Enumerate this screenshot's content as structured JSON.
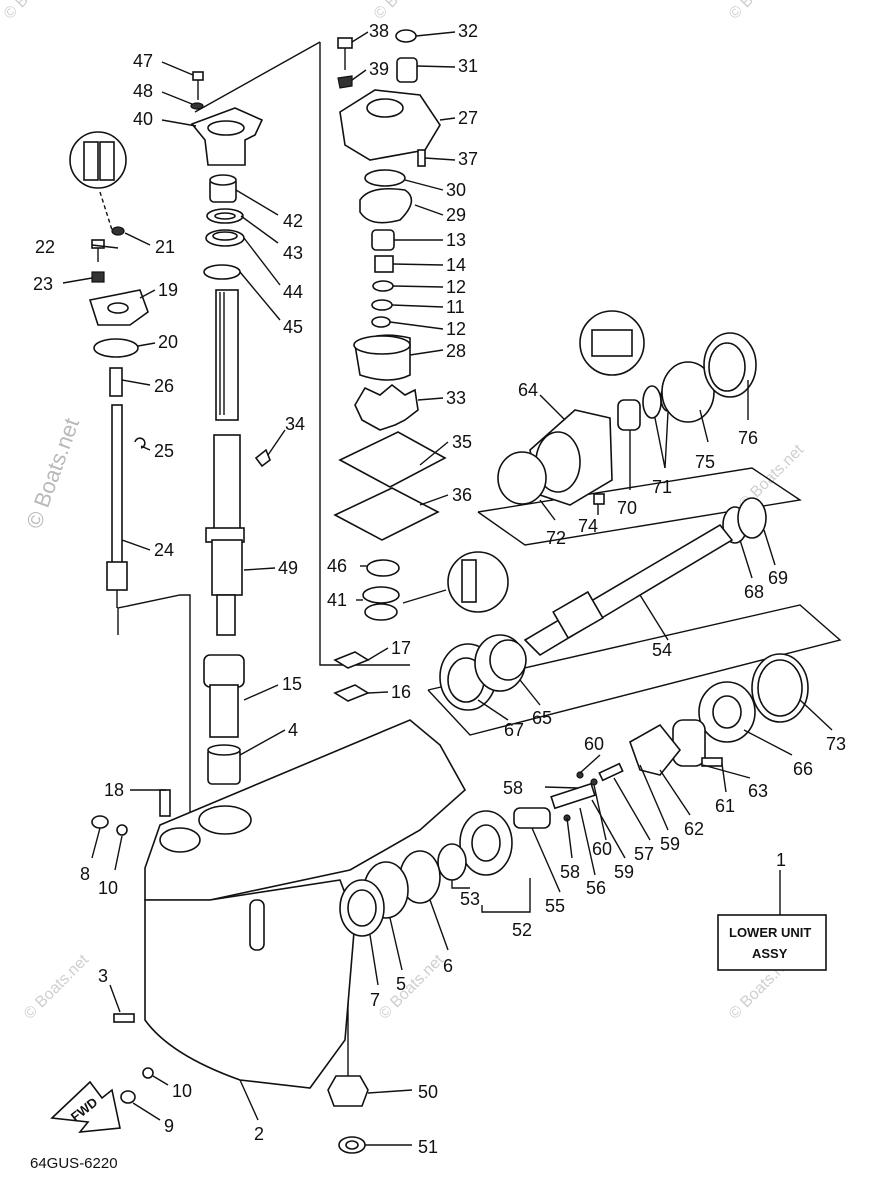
{
  "watermark": "© Boats.net",
  "diagram_code": "64GUS-6220",
  "assembly_box": {
    "line1": "LOWER UNIT",
    "line2": "ASSY"
  },
  "fwd_label": "FWD",
  "assembly_callout": "1",
  "callouts": [
    {
      "id": "c47",
      "text": "47"
    },
    {
      "id": "c48",
      "text": "48"
    },
    {
      "id": "c40",
      "text": "40"
    },
    {
      "id": "c42",
      "text": "42"
    },
    {
      "id": "c43",
      "text": "43"
    },
    {
      "id": "c44",
      "text": "44"
    },
    {
      "id": "c45",
      "text": "45"
    },
    {
      "id": "c22",
      "text": "22"
    },
    {
      "id": "c21",
      "text": "21"
    },
    {
      "id": "c23",
      "text": "23"
    },
    {
      "id": "c19",
      "text": "19"
    },
    {
      "id": "c20",
      "text": "20"
    },
    {
      "id": "c26",
      "text": "26"
    },
    {
      "id": "c25",
      "text": "25"
    },
    {
      "id": "c24",
      "text": "24"
    },
    {
      "id": "c34",
      "text": "34"
    },
    {
      "id": "c49",
      "text": "49"
    },
    {
      "id": "c38",
      "text": "38"
    },
    {
      "id": "c32",
      "text": "32"
    },
    {
      "id": "c39",
      "text": "39"
    },
    {
      "id": "c31",
      "text": "31"
    },
    {
      "id": "c27",
      "text": "27"
    },
    {
      "id": "c37",
      "text": "37"
    },
    {
      "id": "c30",
      "text": "30"
    },
    {
      "id": "c29",
      "text": "29"
    },
    {
      "id": "c13",
      "text": "13"
    },
    {
      "id": "c14",
      "text": "14"
    },
    {
      "id": "c12a",
      "text": "12"
    },
    {
      "id": "c11",
      "text": "11"
    },
    {
      "id": "c12b",
      "text": "12"
    },
    {
      "id": "c28",
      "text": "28"
    },
    {
      "id": "c33",
      "text": "33"
    },
    {
      "id": "c35",
      "text": "35"
    },
    {
      "id": "c36",
      "text": "36"
    },
    {
      "id": "c46",
      "text": "46"
    },
    {
      "id": "c41",
      "text": "41"
    },
    {
      "id": "c17",
      "text": "17"
    },
    {
      "id": "c16",
      "text": "16"
    },
    {
      "id": "c15",
      "text": "15"
    },
    {
      "id": "c4",
      "text": "4"
    },
    {
      "id": "c64",
      "text": "64"
    },
    {
      "id": "c76",
      "text": "76"
    },
    {
      "id": "c75",
      "text": "75"
    },
    {
      "id": "c71",
      "text": "71"
    },
    {
      "id": "c70",
      "text": "70"
    },
    {
      "id": "c74",
      "text": "74"
    },
    {
      "id": "c72",
      "text": "72"
    },
    {
      "id": "c69",
      "text": "69"
    },
    {
      "id": "c68",
      "text": "68"
    },
    {
      "id": "c54",
      "text": "54"
    },
    {
      "id": "c67",
      "text": "67"
    },
    {
      "id": "c65",
      "text": "65"
    },
    {
      "id": "c73",
      "text": "73"
    },
    {
      "id": "c66",
      "text": "66"
    },
    {
      "id": "c63",
      "text": "63"
    },
    {
      "id": "c61",
      "text": "61"
    },
    {
      "id": "c60a",
      "text": "60"
    },
    {
      "id": "c58a",
      "text": "58"
    },
    {
      "id": "c62",
      "text": "62"
    },
    {
      "id": "c59a",
      "text": "59"
    },
    {
      "id": "c57",
      "text": "57"
    },
    {
      "id": "c60b",
      "text": "60"
    },
    {
      "id": "c59b",
      "text": "59"
    },
    {
      "id": "c58b",
      "text": "58"
    },
    {
      "id": "c56",
      "text": "56"
    },
    {
      "id": "c55",
      "text": "55"
    },
    {
      "id": "c53",
      "text": "53"
    },
    {
      "id": "c52",
      "text": "52"
    },
    {
      "id": "c18",
      "text": "18"
    },
    {
      "id": "c8",
      "text": "8"
    },
    {
      "id": "c10a",
      "text": "10"
    },
    {
      "id": "c7",
      "text": "7"
    },
    {
      "id": "c5",
      "text": "5"
    },
    {
      "id": "c6",
      "text": "6"
    },
    {
      "id": "c3",
      "text": "3"
    },
    {
      "id": "c10b",
      "text": "10"
    },
    {
      "id": "c9",
      "text": "9"
    },
    {
      "id": "c2",
      "text": "2"
    },
    {
      "id": "c50",
      "text": "50"
    },
    {
      "id": "c51",
      "text": "51"
    }
  ]
}
